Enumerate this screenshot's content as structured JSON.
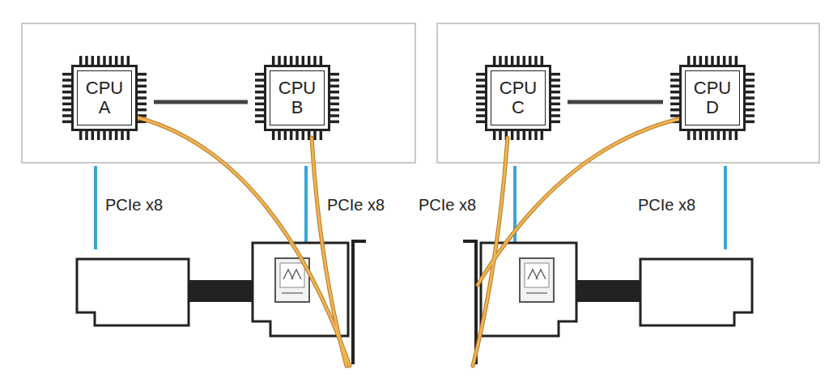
{
  "diagram": {
    "nodes": [
      {
        "text": [
          "CPU A"
        ]
      },
      {
        "text": [
          "CPU B"
        ]
      },
      {
        "text": [
          "CPU C"
        ]
      },
      {
        "text": [
          "CPU D"
        ]
      }
    ],
    "edges": [
      {
        "from": 0,
        "to": 1,
        "arrow": "none"
      },
      {
        "from": 2,
        "to": 3,
        "arrow": "none"
      }
    ],
    "labels": [
      "PCIe x8",
      "PCIe x8",
      "PCIe x8",
      "PCIe x8"
    ]
  }
}
